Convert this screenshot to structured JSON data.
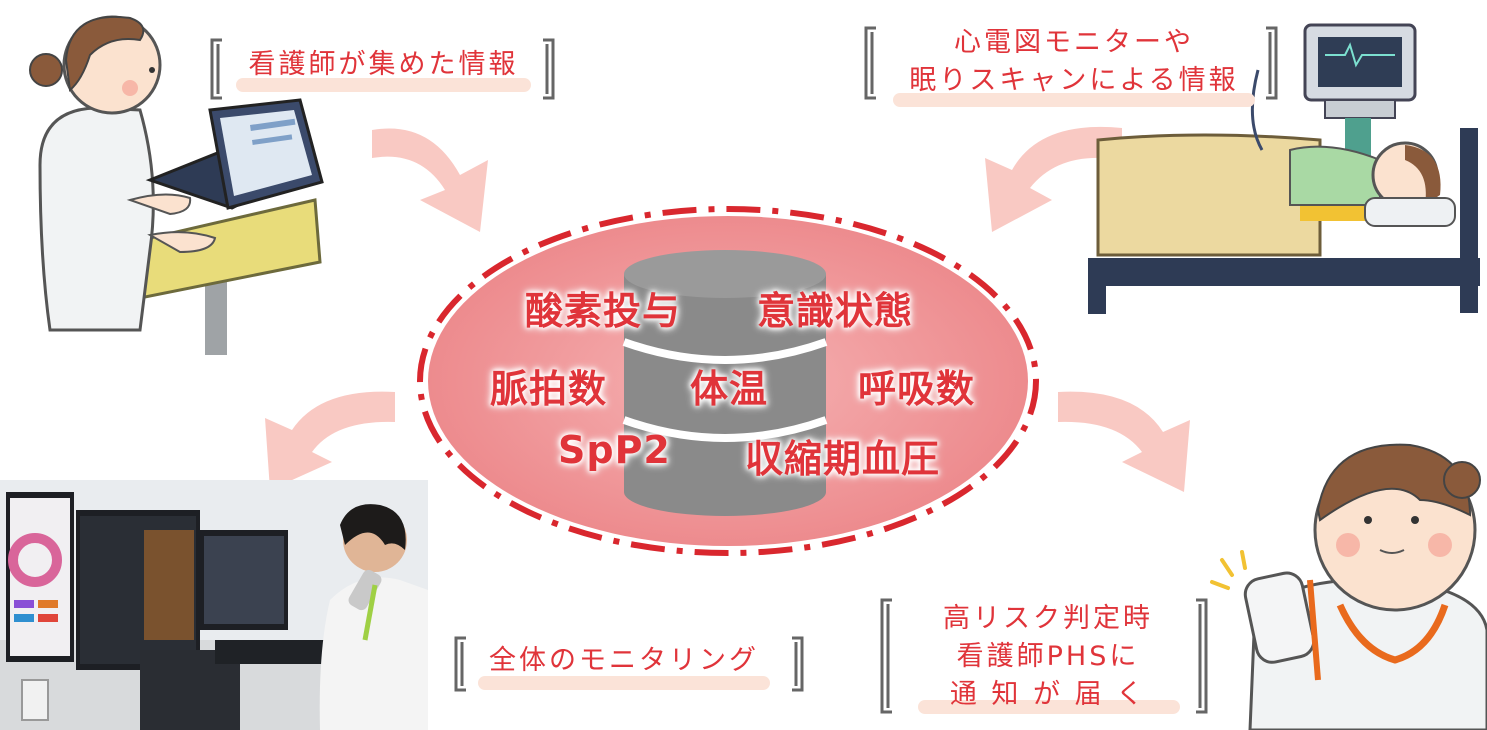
{
  "hub": {
    "items": [
      "酸素投与",
      "意識状態",
      "脈拍数",
      "体温",
      "呼吸数",
      "SpP2",
      "収縮期血圧"
    ]
  },
  "captions": {
    "nurse_info": "看護師が集めた情報",
    "monitor_line1": "心電図モニターや",
    "monitor_line2": "眠りスキャンによる情報",
    "overall": "全体のモニタリング",
    "alert_line1": "高リスク判定時",
    "alert_line2": "看護師PHSに",
    "alert_line3": "通 知 が 届 く"
  },
  "colors": {
    "accent_red": "#e0343a",
    "hub_pink": "#ee8f91",
    "arrow_pink": "#f9c9c3",
    "database_gray": "#8a8a8a",
    "underline_peach": "#fbe3d8"
  },
  "icons": [
    "nurse-laptop-illustration",
    "patient-bed-monitor-illustration",
    "monitoring-station-photo",
    "nurse-phs-illustration",
    "database-icon"
  ]
}
